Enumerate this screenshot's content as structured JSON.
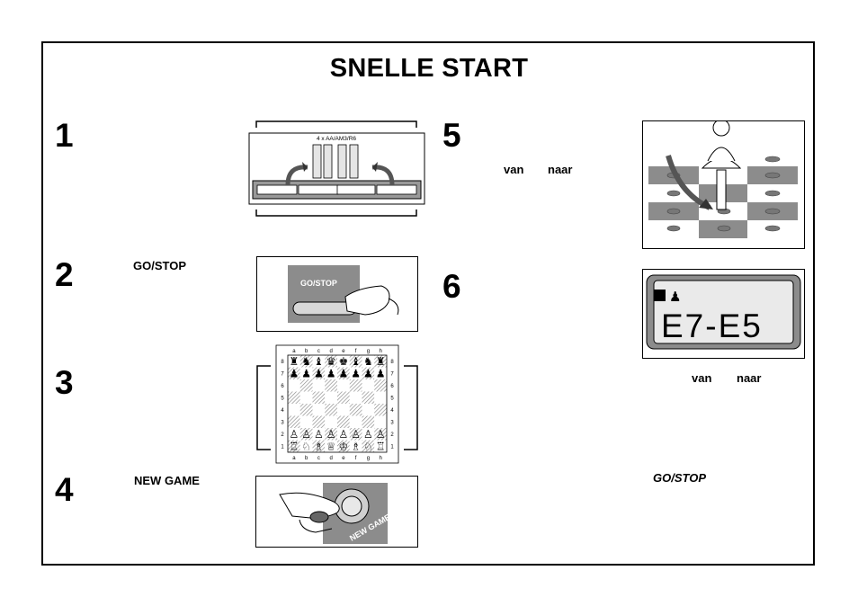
{
  "title": "SNELLE START",
  "steps": [
    {
      "number": "1"
    },
    {
      "number": "2",
      "label": "GO/STOP"
    },
    {
      "number": "3"
    },
    {
      "number": "4",
      "label": "NEW GAME"
    },
    {
      "number": "5",
      "from_word": "van",
      "to_word": "naar"
    },
    {
      "number": "6",
      "from_word": "van",
      "to_word": "naar",
      "note": "GO/STOP"
    }
  ],
  "battery_label": "4 x AA/AM3/R6",
  "go_stop_button": "GO/STOP",
  "new_game_button": "NEW GAME",
  "lcd": {
    "move": "E7-E5"
  },
  "board": {
    "files": [
      "a",
      "b",
      "c",
      "d",
      "e",
      "f",
      "g",
      "h"
    ],
    "ranks": [
      "8",
      "7",
      "6",
      "5",
      "4",
      "3",
      "2",
      "1"
    ],
    "black_back": "♜♞♝♛♚♝♞♜",
    "white_back": "♖♘♗♕♔♗♘♖",
    "black_pawn": "♟",
    "white_pawn": "♙"
  }
}
